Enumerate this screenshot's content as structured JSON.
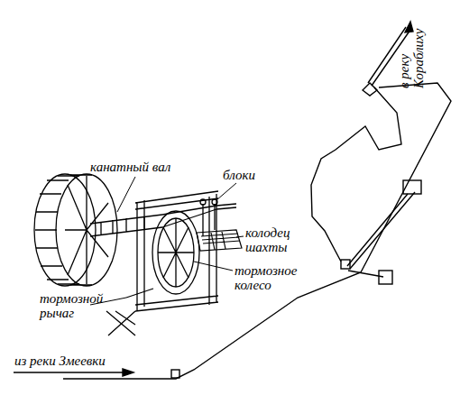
{
  "diagram": {
    "labels": [
      "канатный вал",
      "блоки",
      "колодец шахты",
      "тормозное колесо",
      "тормозной рычаг",
      "из реки Змеевки",
      "в реку Кораблиху"
    ]
  }
}
